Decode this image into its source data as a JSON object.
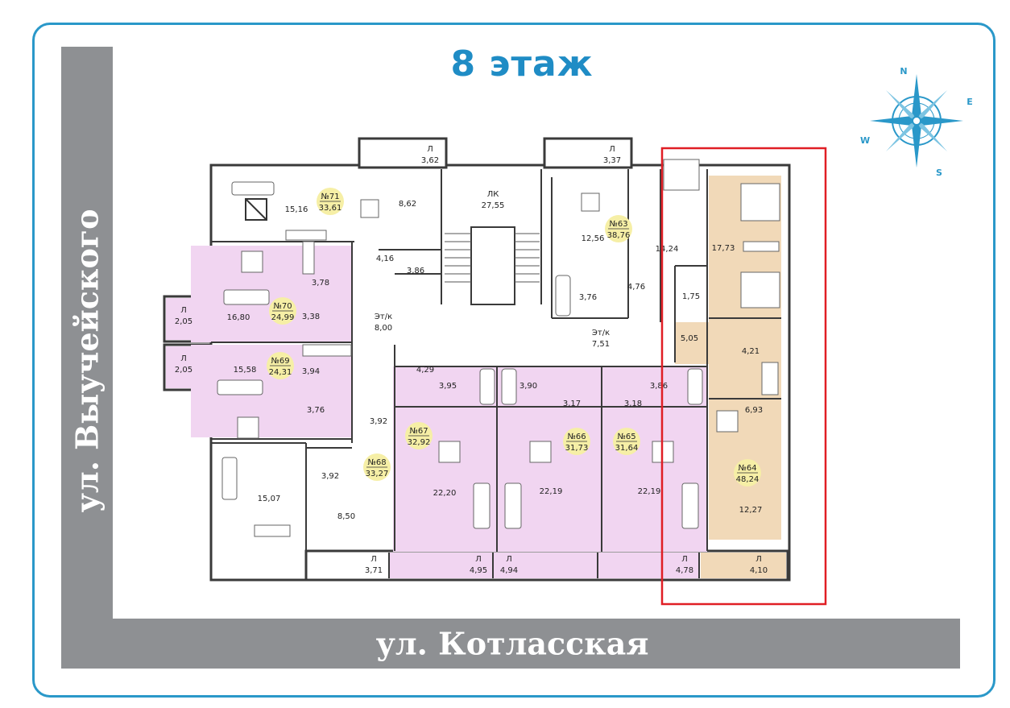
{
  "title": "8 этаж",
  "streets": {
    "left": "ул. Выучейского",
    "bottom": "ул. Котласская"
  },
  "compass": {
    "n": "N",
    "e": "E",
    "s": "S",
    "w": "W"
  },
  "colors": {
    "accent": "#1f8cc5",
    "studio": "#f1d5f1",
    "highlight_apartment": "#f1d9b8",
    "number_badge": "#f6efa6",
    "selection": "#e01e25",
    "street": "#8e9093"
  },
  "apartments": {
    "a71": {
      "number": "№71",
      "area": "33,61"
    },
    "a70": {
      "number": "№70",
      "area": "24,99"
    },
    "a69": {
      "number": "№69",
      "area": "24,31"
    },
    "a68": {
      "number": "№68",
      "area": "33,27"
    },
    "a67": {
      "number": "№67",
      "area": "32,92"
    },
    "a66": {
      "number": "№66",
      "area": "31,73"
    },
    "a65": {
      "number": "№65",
      "area": "31,64"
    },
    "a64": {
      "number": "№64",
      "area": "48,24"
    },
    "a63": {
      "number": "№63",
      "area": "38,76"
    }
  },
  "rooms": {
    "stair": {
      "label": "ЛК",
      "area": "27,55"
    },
    "hall_left": {
      "label": "Эт/к",
      "area": "8,00"
    },
    "hall_right": {
      "label": "Эт/к",
      "area": "7,51"
    },
    "r71_living": "15,16",
    "r71_kitchen": "8,62",
    "r71_hall": "4,16",
    "r71_bath": "3,86",
    "r70_room": "16,80",
    "r70_bath": "3,78",
    "r70_hall": "3,38",
    "r69_room": "15,58",
    "r69_hall": "3,94",
    "r69_bath": "3,76",
    "r68_room": "15,07",
    "r68_bath": "3,92",
    "r68_corr": "3,92",
    "r68_hall": "8,50",
    "r67_room": "22,20",
    "r67_bath": "3,95",
    "r67_hall": "4,29",
    "r66_room": "22,19",
    "r66_bath": "3,90",
    "r66_hall": "3,17",
    "r65_room": "22,19",
    "r65_bath": "3,86",
    "r65_hall": "3,18",
    "r63_room": "12,56",
    "r63_bath": "3,76",
    "r63_hall": "4,76",
    "r64_room1": "14,24",
    "r64_room2": "17,73",
    "r64_small": "1,75",
    "r64_hall": "5,05",
    "r64_bath": "4,21",
    "r64_corr": "6,93",
    "r64_kitchen": "12,27"
  },
  "balconies": {
    "b1": {
      "label": "Л",
      "area": "3,62"
    },
    "b2": {
      "label": "Л",
      "area": "3,37"
    },
    "b3": {
      "label": "Л",
      "area": "2,05"
    },
    "b4": {
      "label": "Л",
      "area": "2,05"
    },
    "b5": {
      "label": "Л",
      "area": "3,71"
    },
    "b6": {
      "label": "Л",
      "area": "4,95"
    },
    "b7": {
      "label": "Л",
      "area": "4,94"
    },
    "b8": {
      "label": "Л",
      "area": "4,78"
    },
    "b9": {
      "label": "Л",
      "area": "4,10"
    }
  }
}
